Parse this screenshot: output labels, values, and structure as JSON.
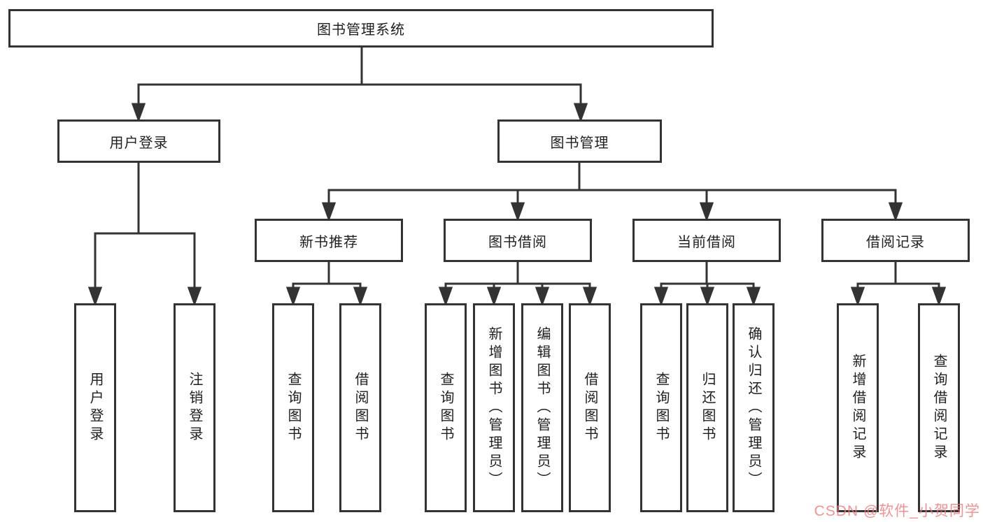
{
  "tree": {
    "root": {
      "label": "图书管理系统"
    },
    "branches": [
      {
        "label": "用户登录",
        "children": [
          {
            "label": "用户登录"
          },
          {
            "label": "注销登录"
          }
        ]
      },
      {
        "label": "图书管理",
        "children": [
          {
            "label": "新书推荐",
            "children": [
              {
                "label": "查询图书"
              },
              {
                "label": "借阅图书"
              }
            ]
          },
          {
            "label": "图书借阅",
            "children": [
              {
                "label": "查询图书"
              },
              {
                "label": "新增图书（管理员）"
              },
              {
                "label": "编辑图书（管理员）"
              },
              {
                "label": "借阅图书"
              }
            ]
          },
          {
            "label": "当前借阅",
            "children": [
              {
                "label": "查询图书"
              },
              {
                "label": "归还图书"
              },
              {
                "label": "确认归还（管理员）"
              }
            ]
          },
          {
            "label": "借阅记录",
            "children": [
              {
                "label": "新增借阅记录"
              },
              {
                "label": "查询借阅记录"
              }
            ]
          }
        ]
      }
    ]
  },
  "watermark": {
    "text": "CSDN @软件_小贺同学"
  },
  "colors": {
    "line": "#333333",
    "box_border": "#333333",
    "text": "#1f1f1f",
    "watermark_pink": "#f27676",
    "background": "#ffffff"
  }
}
